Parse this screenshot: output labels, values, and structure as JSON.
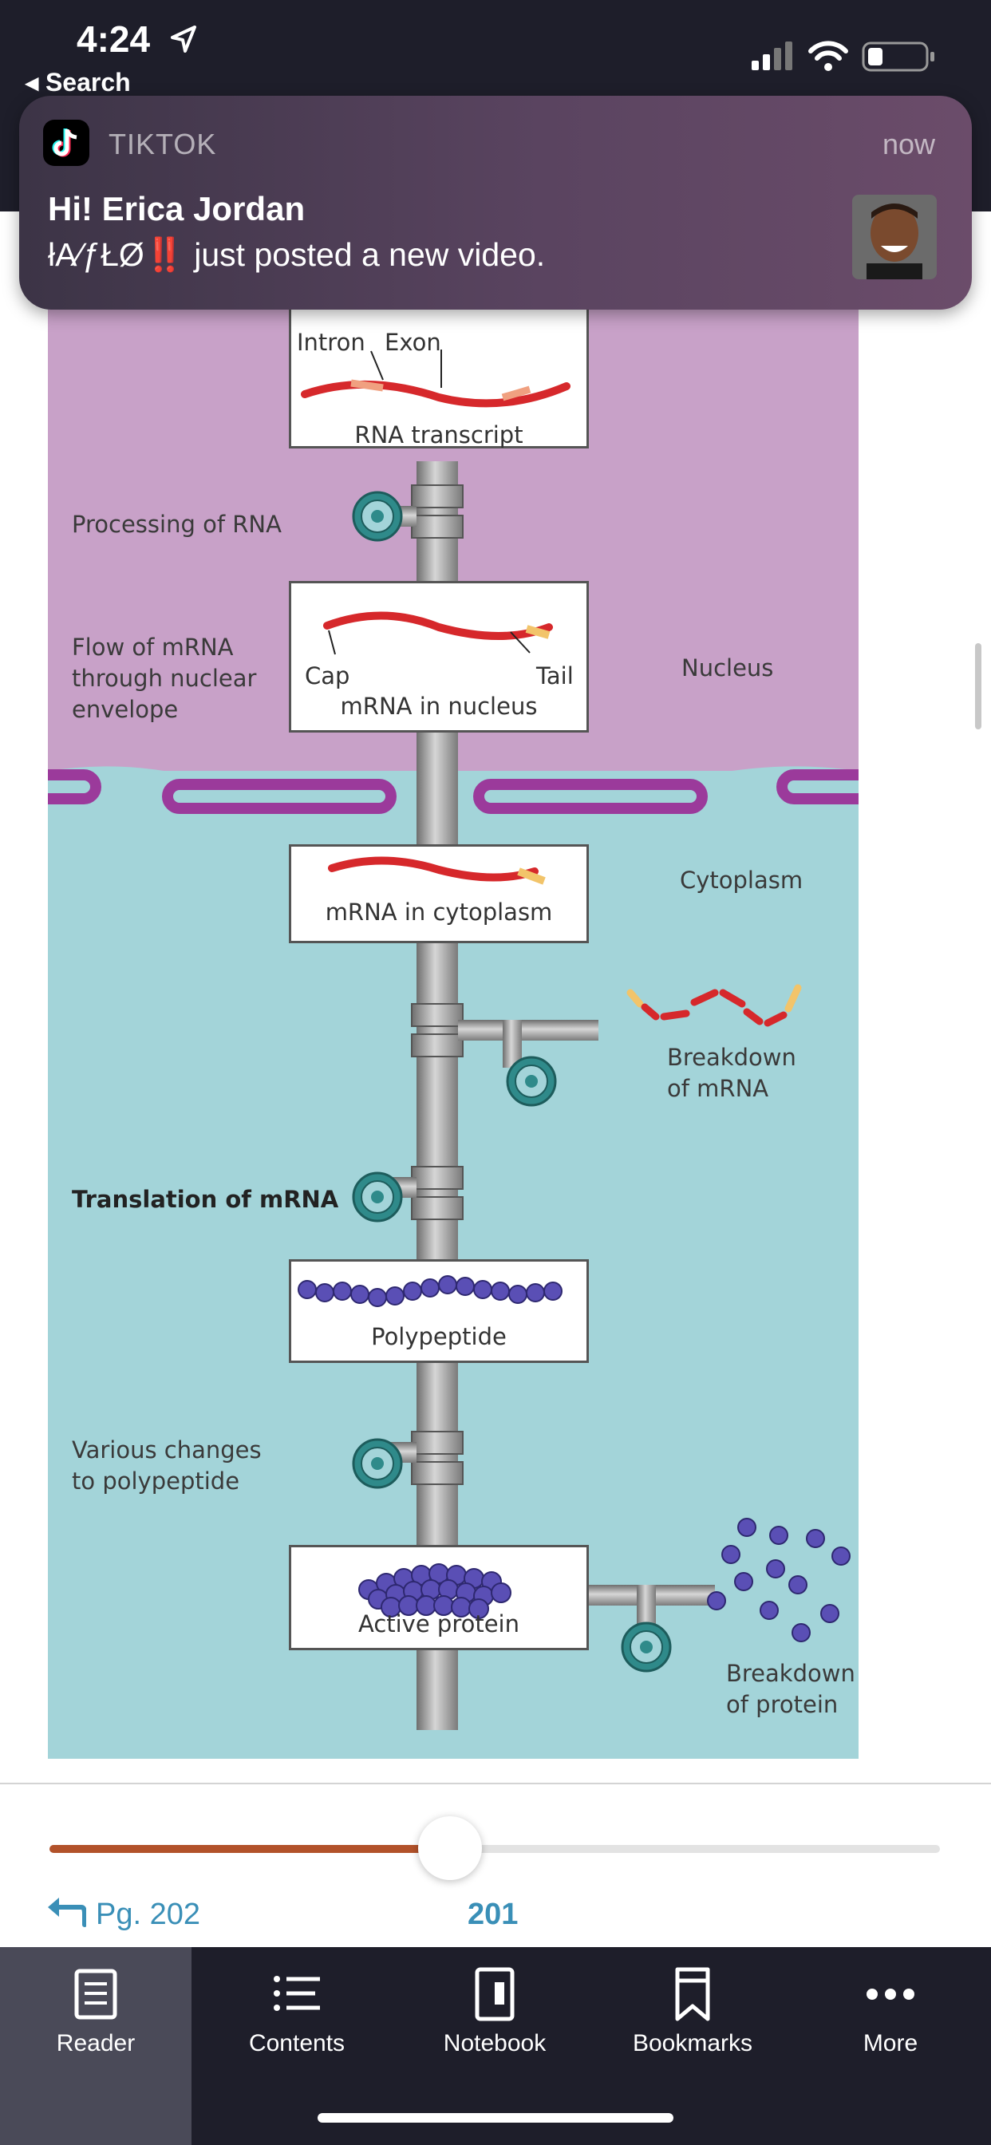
{
  "status_bar": {
    "time": "4:24",
    "back_label": "◂ Search"
  },
  "notification": {
    "app": "TIKTOK",
    "time": "now",
    "title": "Hi! Erica Jordan",
    "sender": "łA⁄ƒŁØ",
    "sender_mark": "‼️",
    "body": " just posted a new video."
  },
  "diagram": {
    "labels": {
      "intron": "Intron",
      "exon": "Exon",
      "rna_transcript": "RNA transcript",
      "processing": "Processing of RNA",
      "flow": "Flow of mRNA\nthrough nuclear\nenvelope",
      "cap": "Cap",
      "tail": "Tail",
      "mrna_nucleus": "mRNA in nucleus",
      "nucleus": "Nucleus",
      "mrna_cytoplasm": "mRNA in cytoplasm",
      "cytoplasm": "Cytoplasm",
      "breakdown_mrna": "Breakdown\nof mRNA",
      "translation": "Translation of mRNA",
      "polypeptide": "Polypeptide",
      "various_changes": "Various changes\nto polypeptide",
      "active_protein": "Active protein",
      "breakdown_protein": "Breakdown\nof protein"
    },
    "colors": {
      "nucleus": "#c8a1c8",
      "cytoplasm": "#a3d4d9",
      "rna": "#d6282b",
      "cap_tail": "#f2c46a",
      "protein": "#5a4fb5",
      "valve": "#2f8a8a"
    }
  },
  "reader": {
    "progress": 0.45,
    "prev_page": "Pg. 202",
    "current_page": "201"
  },
  "tabs": [
    {
      "label": "Reader",
      "icon": "reader-icon",
      "active": true
    },
    {
      "label": "Contents",
      "icon": "list-icon",
      "active": false
    },
    {
      "label": "Notebook",
      "icon": "notebook-icon",
      "active": false
    },
    {
      "label": "Bookmarks",
      "icon": "bookmark-icon",
      "active": false
    },
    {
      "label": "More",
      "icon": "more-icon",
      "active": false
    }
  ]
}
